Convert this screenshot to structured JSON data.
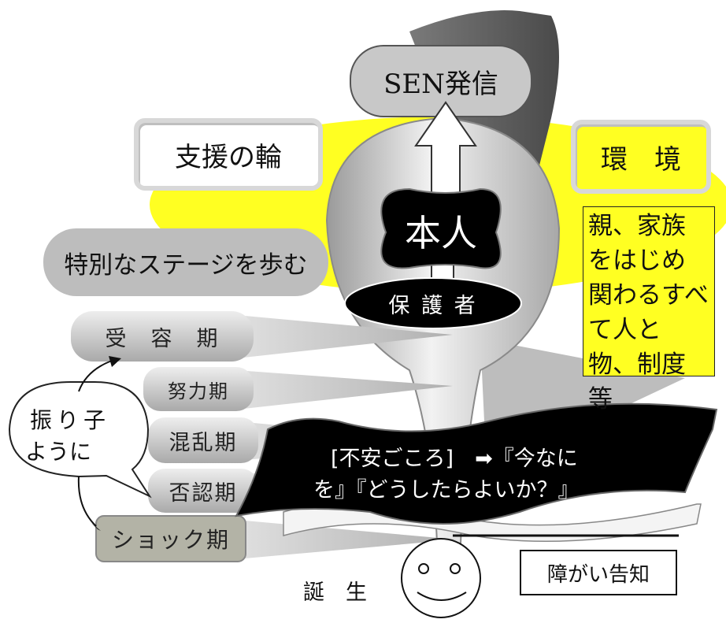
{
  "diagram": {
    "sen": "SEN発信",
    "support_ring": "支援の輪",
    "environment": "環　境",
    "environment_note": "親、家族をはじめ関わるすべて人と物、制度等",
    "person": "本人",
    "guardian": "保 護 者",
    "special_stage": "特別なステージを歩む",
    "stages": [
      {
        "label": "受　容　期"
      },
      {
        "label": "努力期"
      },
      {
        "label": "混乱期"
      },
      {
        "label": "否認期"
      },
      {
        "label": "ショック期"
      }
    ],
    "pendulum_line1": "振り子",
    "pendulum_line2": "ように",
    "anxiety_line1": "[不安ごころ]　➡『今なに",
    "anxiety_line2": "を』『どうしたらよいか？』",
    "birth": "誕　生",
    "notification": "障がい告知"
  },
  "colors": {
    "yellow": "#ffff22",
    "gray": "#bdbdbd",
    "dark": "#000000"
  }
}
